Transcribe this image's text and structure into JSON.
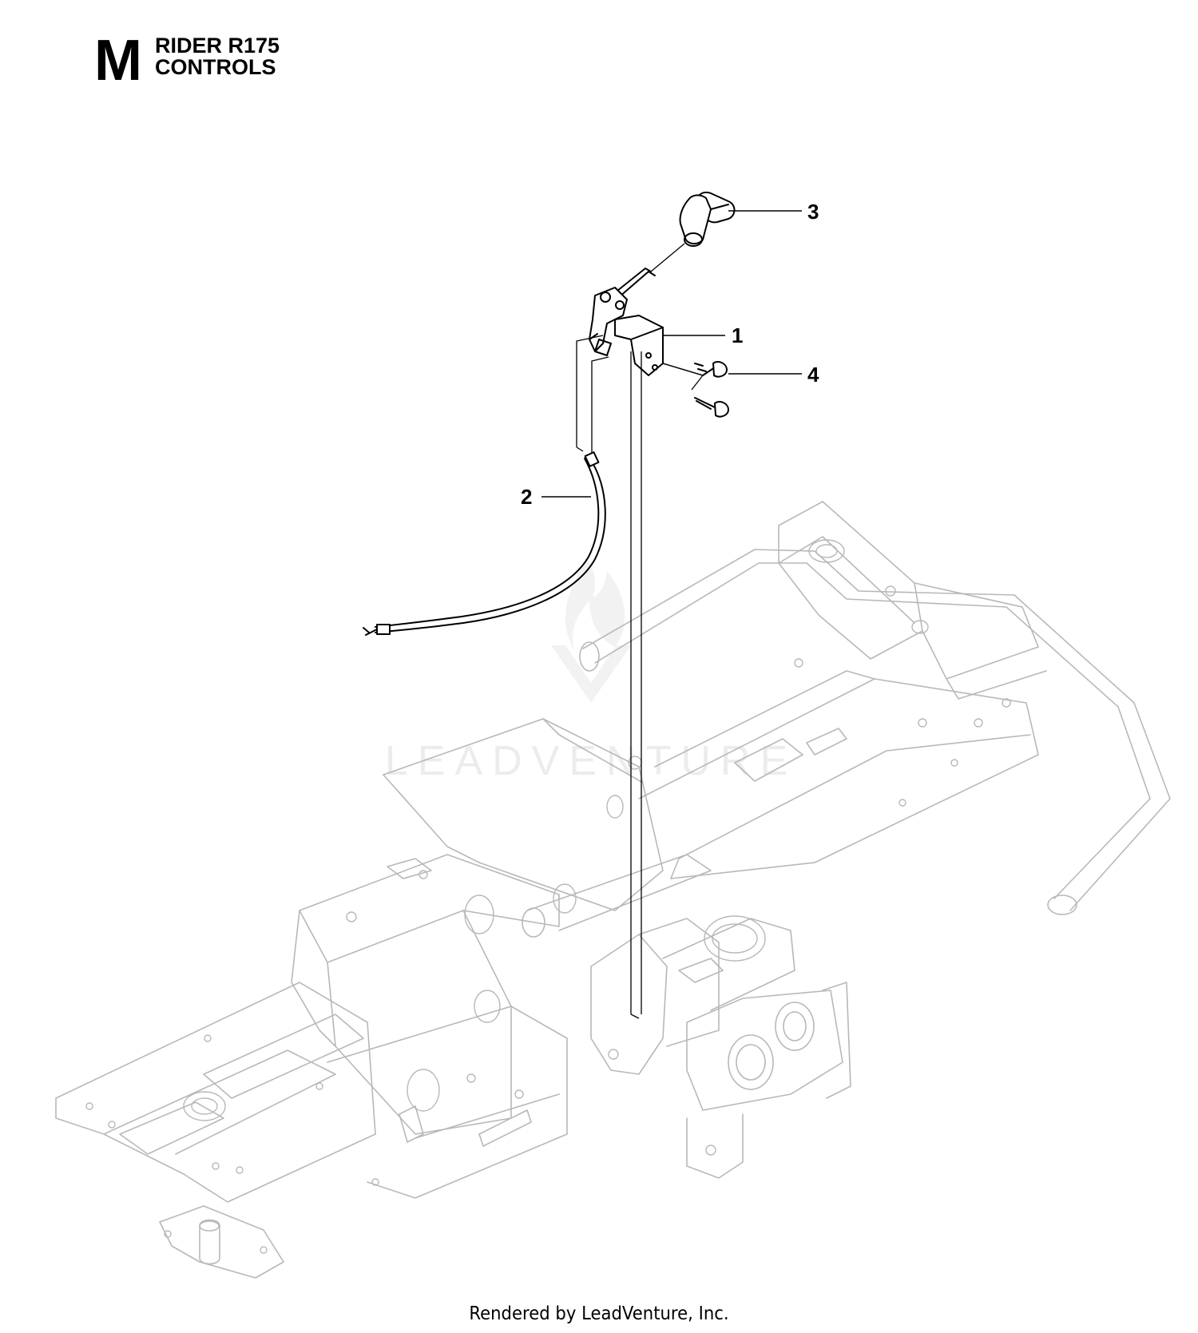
{
  "header": {
    "section_letter": "M",
    "title_line1": "RIDER R175",
    "title_line2": "CONTROLS"
  },
  "callouts": {
    "c1": "1",
    "c2": "2",
    "c3": "3",
    "c4": "4"
  },
  "watermark": "LEADVENTURE",
  "footer": "Rendered by LeadVenture, Inc."
}
